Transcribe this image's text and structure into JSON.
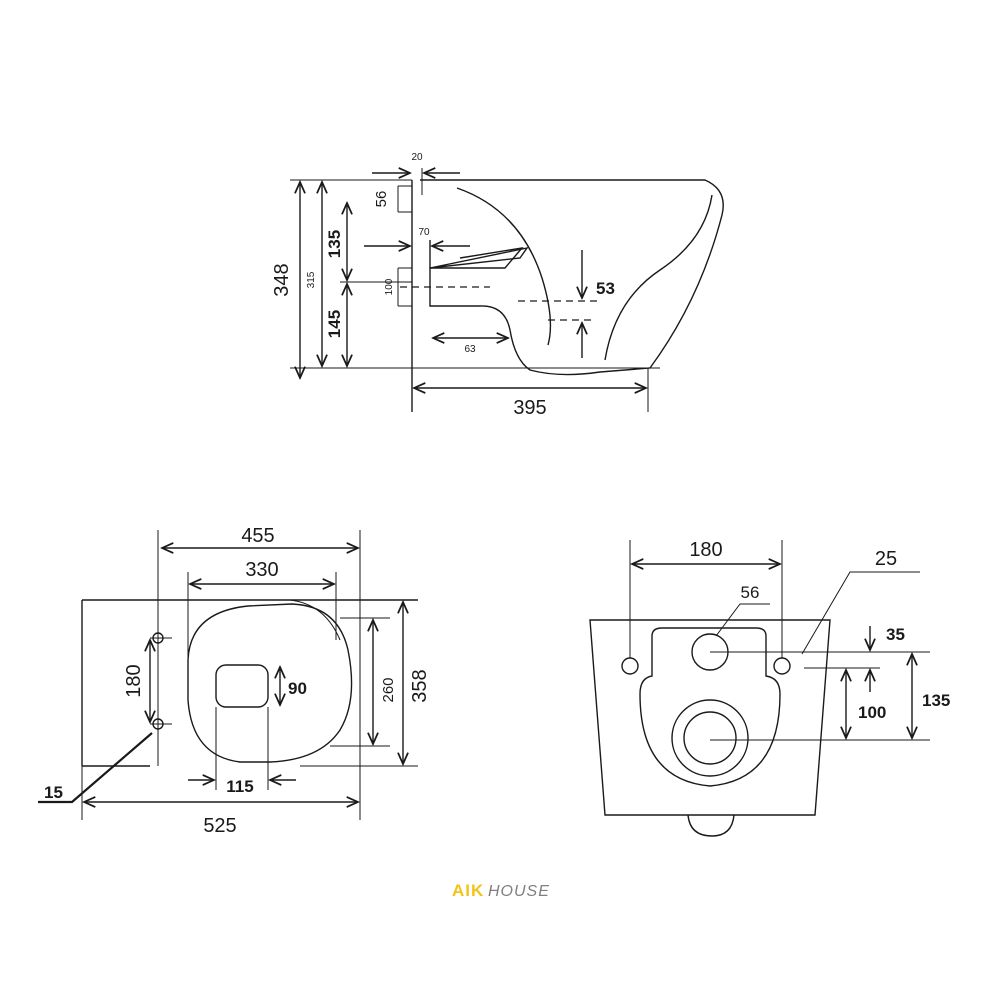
{
  "side_view": {
    "dims": {
      "height_total": "348",
      "height_315": "315",
      "upper_135": "135",
      "lower_145": "145",
      "top_56": "56",
      "wall_gap_20": "20",
      "inlet_70": "70",
      "outlet_100": "100",
      "outlet_63": "63",
      "drop_53": "53",
      "length_395": "395"
    }
  },
  "top_view": {
    "dims": {
      "width_455": "455",
      "width_330": "330",
      "hole_spacing_180": "180",
      "opening_90": "90",
      "width_260": "260",
      "width_358": "358",
      "slot_115": "115",
      "hole_15": "15",
      "length_525": "525"
    }
  },
  "rear_view": {
    "dims": {
      "bolt_spacing_180": "180",
      "bolt_25": "25",
      "inlet_56": "56",
      "offset_35": "35",
      "outlet_100": "100",
      "height_135": "135"
    }
  },
  "logo": {
    "brand_primary": "AIK",
    "brand_secondary": "HOUSE",
    "brand_color": "#f2c318",
    "secondary_color": "#7f7f7f"
  }
}
